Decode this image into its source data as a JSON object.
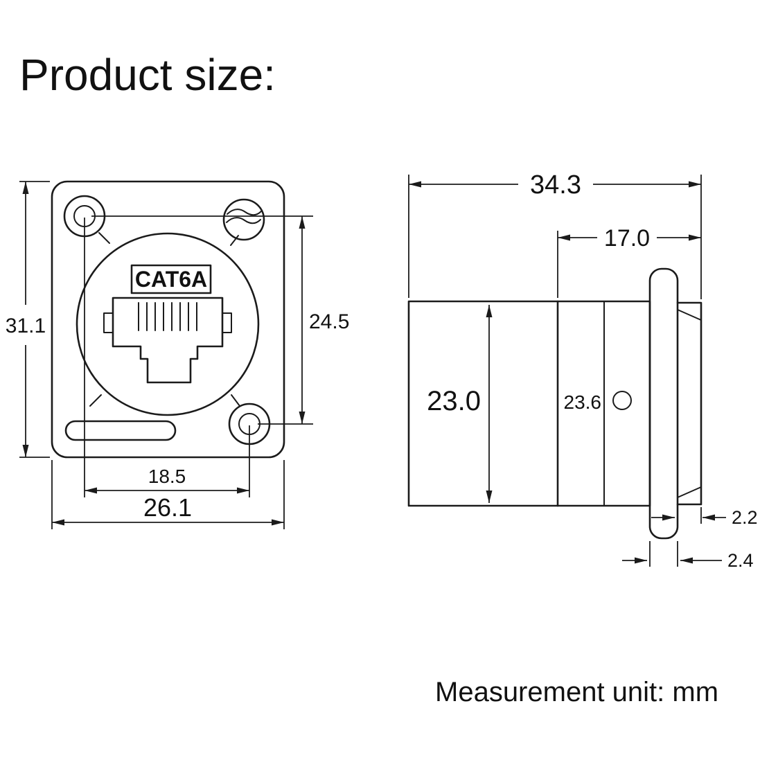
{
  "title": "Product size:",
  "footer": "Measurement unit: mm",
  "front_view": {
    "connector_label": "CAT6A",
    "dims": {
      "overall_height": "31.1",
      "hole_spacing_vertical": "24.5",
      "hole_spacing_horizontal": "18.5",
      "overall_width": "26.1"
    }
  },
  "side_view": {
    "dims": {
      "overall_length": "34.3",
      "front_length": "17.0",
      "body_diameter": "23.0",
      "neck_diameter": "23.6",
      "lip_thickness": "2.2",
      "flange_thickness": "2.4"
    }
  },
  "colors": {
    "line": "#1b1b1b",
    "background": "#ffffff"
  }
}
